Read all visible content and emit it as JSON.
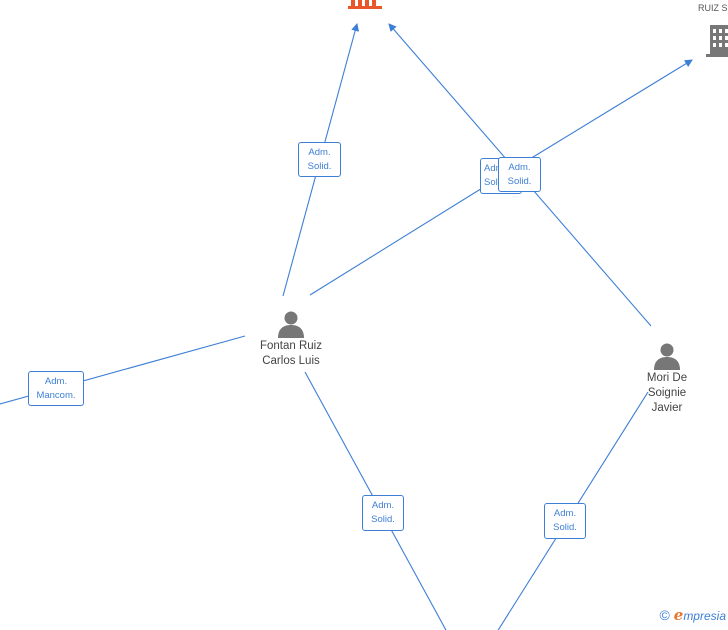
{
  "nodes": {
    "person_fontan": {
      "name": "Fontan Ruiz\nCarlos Luis"
    },
    "person_mori": {
      "name": "Mori De\nSoignie\nJavier"
    },
    "company_top_right": {
      "label": "RUIZ S"
    }
  },
  "edge_labels": {
    "fontan_to_main": {
      "line1": "Adm.",
      "line2": "Solid."
    },
    "back_label": {
      "line1": "Adm.",
      "line2": "Solid."
    },
    "front_label": {
      "line1": "Adm.",
      "line2": "Solid."
    },
    "fontan_to_left": {
      "line1": "Adm.",
      "line2": "Mancom."
    },
    "fontan_to_bottom": {
      "line1": "Adm.",
      "line2": "Solid."
    },
    "mori_to_bottom": {
      "line1": "Adm.",
      "line2": "Solid."
    }
  },
  "brand": {
    "copyright": "©",
    "initial": "e",
    "rest": "mpresia"
  },
  "colors": {
    "edge": "#3d7fd6",
    "main_company": "#e8562a",
    "company": "#777777",
    "person": "#777777"
  }
}
